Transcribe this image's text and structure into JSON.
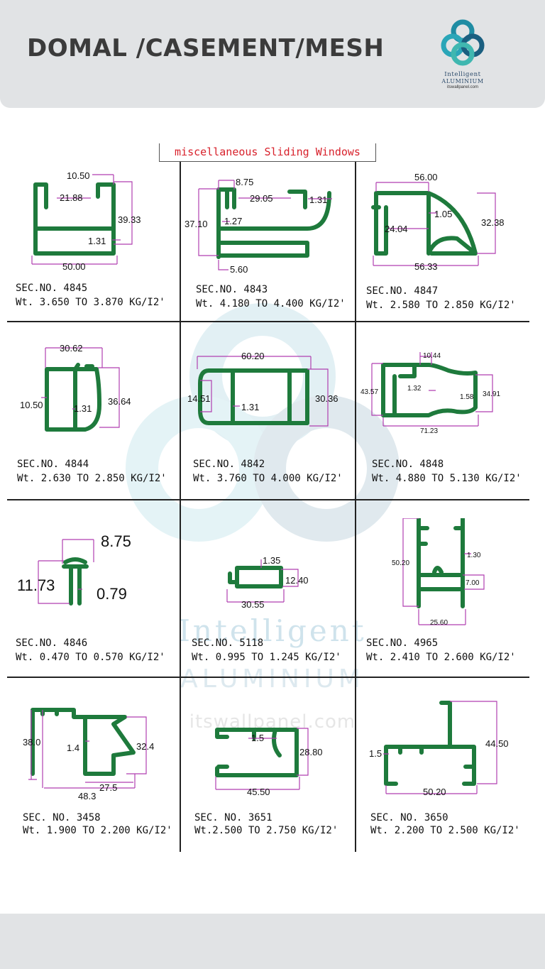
{
  "header": {
    "title": "DOMAL /CASEMENT/MESH",
    "logo_line1": "Intelligent",
    "logo_line2": "ALUMINIUM",
    "logo_line3": "itswallpanel.com"
  },
  "sheet_title": "miscellaneous Sliding Windows",
  "watermark": {
    "line1": "Intelligent",
    "line2": "ALUMINIUM",
    "line3": "itswallpanel.com"
  },
  "colors": {
    "profile": "#1e7a3c",
    "dimension": "#b03fb0",
    "title_red": "#d8212b",
    "header_bg": "#e1e3e5"
  },
  "sections": [
    {
      "sec": "SEC.NO. 4845",
      "wt": "Wt. 3.650 TO 3.870 KG/I2'",
      "dims": [
        "10.50",
        "21.88",
        "39.33",
        "1.31",
        "50.00"
      ]
    },
    {
      "sec": "SEC.NO. 4843",
      "wt": "Wt. 4.180 TO 4.400 KG/I2'",
      "dims": [
        "8.75",
        "29.05",
        "1.31",
        "37.10",
        "1.27",
        "5.60"
      ]
    },
    {
      "sec": "SEC.NO. 4847",
      "wt": "Wt. 2.580 TO 2.850 KG/I2'",
      "dims": [
        "56.00",
        "1.05",
        "24.04",
        "32.38",
        "56.33"
      ]
    },
    {
      "sec": "SEC.NO. 4844",
      "wt": "Wt. 2.630 TO 2.850 KG/I2'",
      "dims": [
        "30.62",
        "10.50",
        "1.31",
        "36.64"
      ]
    },
    {
      "sec": "SEC.NO. 4842",
      "wt": "Wt. 3.760 TO 4.000 KG/I2'",
      "dims": [
        "60.20",
        "14.51",
        "1.31",
        "30.36"
      ]
    },
    {
      "sec": "SEC.NO. 4848",
      "wt": "Wt. 4.880 TO 5.130 KG/I2'",
      "dims": [
        "10.44",
        "43.57",
        "1.32",
        "1.58",
        "34.91",
        "71.23"
      ]
    },
    {
      "sec": "SEC.NO. 4846",
      "wt": "Wt. 0.470 TO 0.570 KG/I2'",
      "dims": [
        "8.75",
        "11.73",
        "0.79"
      ]
    },
    {
      "sec": "SEC.NO. 5118",
      "wt": "Wt. 0.995 TO 1.245 KG/I2'",
      "dims": [
        "1.35",
        "12.40",
        "30.55"
      ]
    },
    {
      "sec": "SEC.NO. 4965",
      "wt": "Wt. 2.410 TO 2.600 KG/I2'",
      "dims": [
        "50.20",
        "1.30",
        "7.00",
        "25.60"
      ]
    },
    {
      "sec": "SEC. NO. 3458",
      "wt": "Wt. 1.900 TO 2.200 KG/I2'",
      "dims": [
        "38.0",
        "1.4",
        "32.4",
        "27.5",
        "48.3"
      ]
    },
    {
      "sec": "SEC. NO. 3651",
      "wt": "Wt.2.500 TO 2.750 KG/I2'",
      "dims": [
        "1.5",
        "28.80",
        "45.50"
      ]
    },
    {
      "sec": "SEC. NO. 3650",
      "wt": "Wt. 2.200 TO 2.500 KG/I2'",
      "dims": [
        "44.50",
        "1.5",
        "50.20"
      ]
    }
  ]
}
